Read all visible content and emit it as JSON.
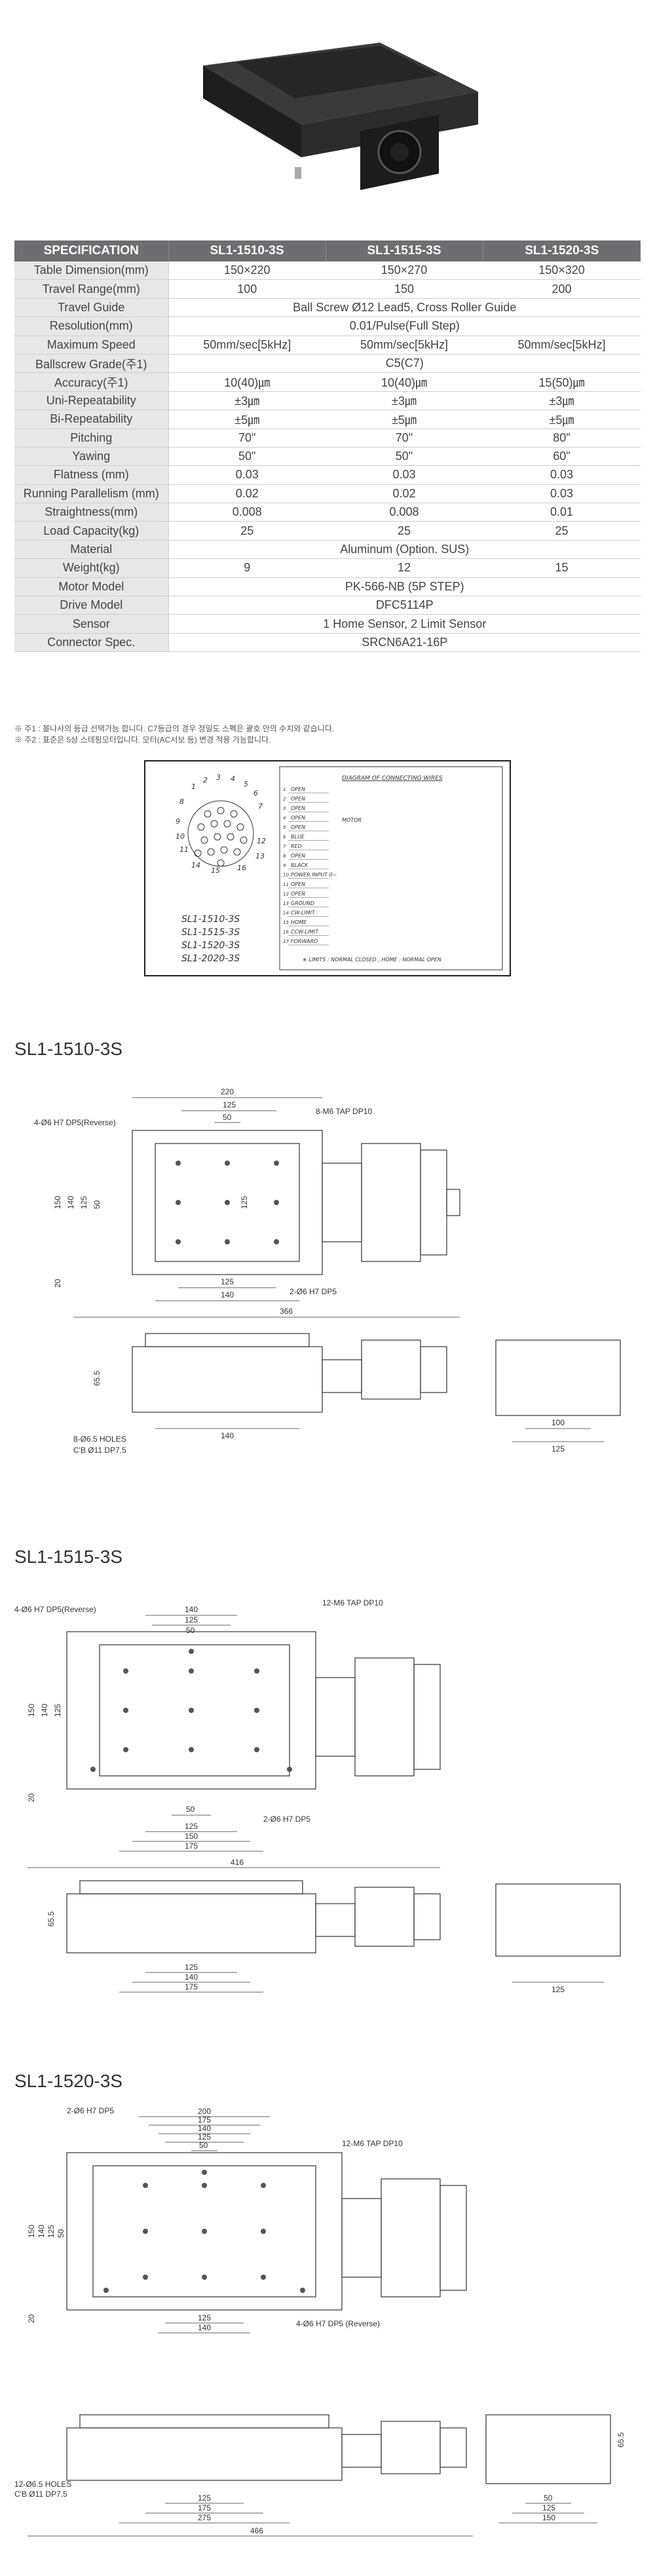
{
  "table": {
    "headers": [
      "SPECIFICATION",
      "SL1-1510-3S",
      "SL1-1515-3S",
      "SL1-1520-3S"
    ],
    "rows": [
      {
        "label": "Table Dimension(mm)",
        "values": [
          "150×220",
          "150×270",
          "150×320"
        ]
      },
      {
        "label": "Travel Range(mm)",
        "values": [
          "100",
          "150",
          "200"
        ]
      },
      {
        "label": "Travel Guide",
        "span": "Ball Screw Ø12 Lead5, Cross Roller Guide"
      },
      {
        "label": "Resolution(mm)",
        "span": "0.01/Pulse(Full Step)"
      },
      {
        "label": "Maximum Speed",
        "values": [
          "50mm/sec[5kHz]",
          "50mm/sec[5kHz]",
          "50mm/sec[5kHz]"
        ]
      },
      {
        "label": "Ballscrew Grade(주1)",
        "span": "C5(C7)"
      },
      {
        "label": "Accuracy(주1)",
        "values": [
          "10(40)㎛",
          "10(40)㎛",
          "15(50)㎛"
        ]
      },
      {
        "label": "Uni-Repeatability",
        "values": [
          "±3㎛",
          "±3㎛",
          "±3㎛"
        ]
      },
      {
        "label": "Bi-Repeatability",
        "values": [
          "±5㎛",
          "±5㎛",
          "±5㎛"
        ]
      },
      {
        "label": "Pitching",
        "values": [
          "70\"",
          "70\"",
          "80\""
        ]
      },
      {
        "label": "Yawing",
        "values": [
          "50\"",
          "50\"",
          "60\""
        ]
      },
      {
        "label": "Flatness (mm)",
        "values": [
          "0.03",
          "0.03",
          "0.03"
        ]
      },
      {
        "label": "Running Parallelism (mm)",
        "values": [
          "0.02",
          "0.02",
          "0.03"
        ]
      },
      {
        "label": "Straightness(mm)",
        "values": [
          "0.008",
          "0.008",
          "0.01"
        ]
      },
      {
        "label": "Load Capacity(kg)",
        "values": [
          "25",
          "25",
          "25"
        ]
      },
      {
        "label": "Material",
        "span": "Aluminum (Option. SUS)"
      },
      {
        "label": "Weight(kg)",
        "values": [
          "9",
          "12",
          "15"
        ]
      },
      {
        "label": "Motor Model",
        "span": "PK-566-NB (5P STEP)"
      },
      {
        "label": "Drive Model",
        "span": "DFC5114P"
      },
      {
        "label": "Sensor",
        "span": "1 Home Sensor, 2 Limit Sensor"
      },
      {
        "label": "Connector Spec.",
        "span": "SRCN6A21-16P"
      }
    ]
  },
  "notes": [
    "※ 주1 : 볼나사의 등급 선택가능 합니다. C7등급의 경우 정밀도 스펙은 괄호 안의 수치와 같습니다.",
    "※ 주2 : 표준은 5상 스테핑모터입니다. 모터(AC서보 등) 변경 적용 가능합니다."
  ],
  "connector": {
    "pins_top": [
      "1",
      "2",
      "3",
      "4",
      "5",
      "6",
      "7",
      "8"
    ],
    "pins_side": [
      "9",
      "10",
      "11",
      "12",
      "13",
      "14",
      "15",
      "16"
    ],
    "models": [
      "SL1-1510-3S",
      "SL1-1515-3S",
      "SL1-1520-3S",
      "SL1-2020-3S"
    ],
    "diagram_title": "DIAGRAM OF CONNECTING WIRES",
    "wires": [
      "OPEN",
      "OPEN",
      "OPEN",
      "OPEN",
      "OPEN",
      "BLUE",
      "RED",
      "OPEN",
      "BLACK",
      "POWER INPUT 0~",
      "OPEN",
      "OPEN",
      "GROUND",
      "CW-LIMIT",
      "HOME",
      "CCW-LIMIT",
      "FORWARD"
    ],
    "motor_label": "MOTOR",
    "footnote": "※ LIMITS : NORMAL CLOSED , HOME : NORMAL OPEN"
  },
  "drawings": [
    {
      "title": "SL1-1510-3S",
      "labels": {
        "top_width": "220",
        "w125": "125",
        "w50": "50",
        "tap": "8-M6 TAP DP10",
        "reverse": "4-Ø6 H7 DP5(Reverse)",
        "v150": "150",
        "v140": "140",
        "v125": "125",
        "v50": "50",
        "v125r": "125",
        "v20": "20",
        "b125": "125",
        "b140": "140",
        "dp5": "2-Ø6 H7 DP5",
        "overall": "366",
        "height": "65.5",
        "holes": "8-Ø6.5 HOLES",
        "cbore": "C'B Ø11 DP7.5",
        "s140": "140",
        "e100": "100",
        "e125": "125"
      }
    },
    {
      "title": "SL1-1515-3S",
      "labels": {
        "t140": "140",
        "t125": "125",
        "t50": "50",
        "tap": "12-M6 TAP DP10",
        "reverse": "4-Ø6 H7 DP5(Reverse)",
        "v150": "150",
        "v140": "140",
        "v125": "125",
        "v20": "20",
        "b50": "50",
        "dp5": "2-Ø6 H7 DP5",
        "b125": "125",
        "b150": "150",
        "b175": "175",
        "overall": "416",
        "height": "65.5",
        "s125": "125",
        "s140": "140",
        "s175": "175",
        "e125": "125"
      }
    },
    {
      "title": "SL1-1520-3S",
      "labels": {
        "dp5": "2-Ø6 H7 DP5",
        "t200": "200",
        "t175": "175",
        "t140": "140",
        "t125": "125",
        "t50": "50",
        "tap": "12-M6 TAP DP10",
        "v150": "150",
        "v140": "140",
        "v125": "125",
        "v50": "50",
        "v20": "20",
        "reverse": "4-Ø6 H7 DP5 (Reverse)",
        "b125": "125",
        "b140": "140",
        "height": "65.5",
        "s125": "125",
        "s175": "175",
        "s275": "275",
        "overall": "466",
        "holes": "12-Ø6.5 HOLES",
        "cbore": "C'B Ø11 DP7.5",
        "e50": "50",
        "e125": "125",
        "e150": "150"
      }
    }
  ]
}
